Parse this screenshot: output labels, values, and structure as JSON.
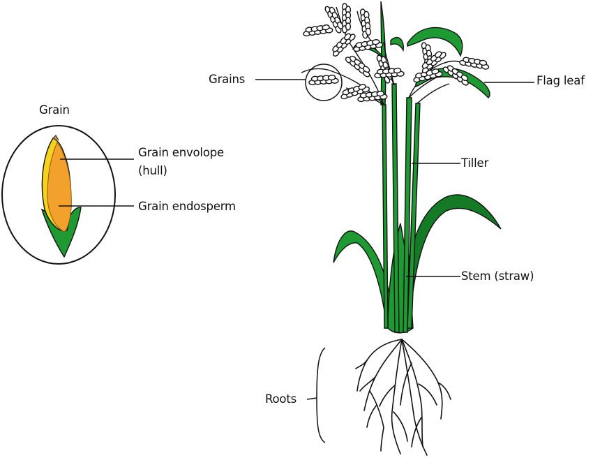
{
  "labels": {
    "grain_title": "Grain",
    "grain_envelope": "Grain envolope",
    "grain_envelope_sub": "(hull)",
    "grain_endosperm": "Grain endosperm",
    "grains": "Grains",
    "flag_leaf": "Flag leaf",
    "tiller": "Tiller",
    "stem": "Stem (straw)",
    "roots": "Roots"
  },
  "colors": {
    "leaf": "#1f9a33",
    "leaf_dark": "#157a26",
    "grain_hull": "#f0c020",
    "grain_endosperm": "#f0a030",
    "grain_tip": "#c8a060",
    "outline": "#111111"
  }
}
